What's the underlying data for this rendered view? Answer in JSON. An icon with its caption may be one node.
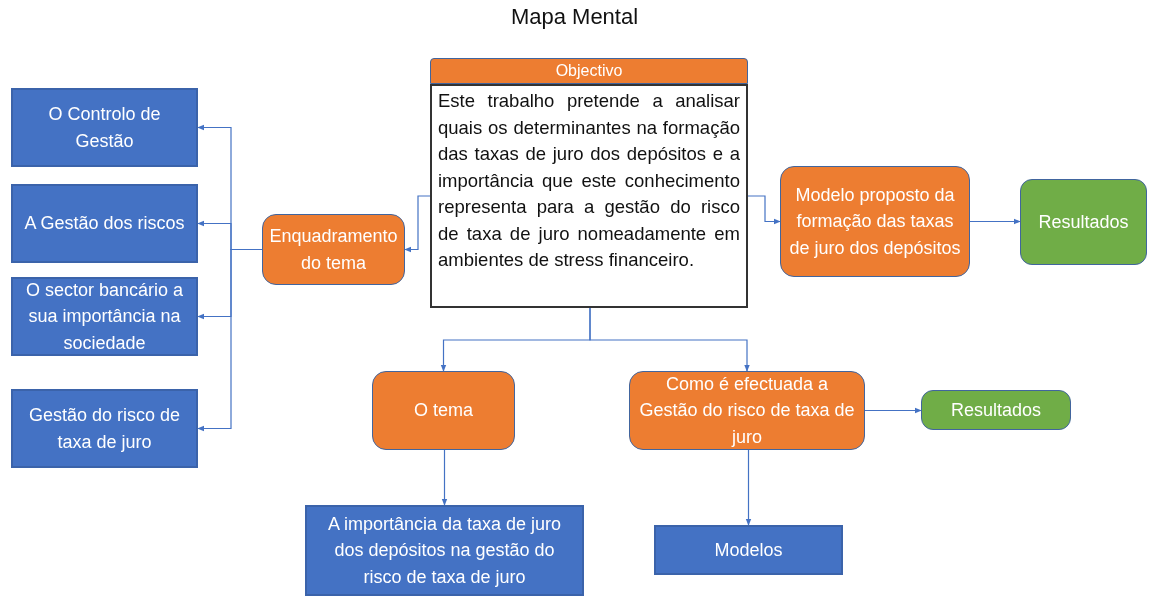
{
  "diagram": {
    "title": "Mapa Mental",
    "nodes": [
      {
        "text": [
          "Objectivo",
          "Este trabalho pretende a analisar quais os determinantes na formação das taxas de juro dos depósitos e a importância que este conhecimento representa para a gestão do risco de taxa de juro nomeadamente em ambientes de stress financeiro."
        ]
      },
      {
        "text": [
          "Enquadramento do tema"
        ]
      },
      {
        "text": [
          "O Controlo de Gestão"
        ]
      },
      {
        "text": [
          "A Gestão dos riscos"
        ]
      },
      {
        "text": [
          "O sector bancário a sua importância na sociedade"
        ]
      },
      {
        "text": [
          "Gestão do risco de taxa de juro"
        ]
      },
      {
        "text": [
          "Modelo proposto da formação das taxas de juro dos depósitos"
        ]
      },
      {
        "text": [
          "Resultados"
        ]
      },
      {
        "text": [
          "O tema"
        ]
      },
      {
        "text": [
          "Como é efectuada a Gestão do risco de taxa de juro"
        ]
      },
      {
        "text": [
          "Resultados"
        ]
      },
      {
        "text": [
          "A importância da taxa de juro dos depósitos na gestão do risco de taxa de juro"
        ]
      },
      {
        "text": [
          "Modelos"
        ]
      }
    ],
    "edges": [
      {
        "from": 0,
        "to": 1,
        "arrow": "to"
      },
      {
        "from": 1,
        "to": 2,
        "arrow": "to"
      },
      {
        "from": 1,
        "to": 3,
        "arrow": "to"
      },
      {
        "from": 1,
        "to": 4,
        "arrow": "to"
      },
      {
        "from": 1,
        "to": 5,
        "arrow": "to"
      },
      {
        "from": 0,
        "to": 6,
        "arrow": "to"
      },
      {
        "from": 6,
        "to": 7,
        "arrow": "to"
      },
      {
        "from": 0,
        "to": 8,
        "arrow": "to"
      },
      {
        "from": 0,
        "to": 9,
        "arrow": "to"
      },
      {
        "from": 9,
        "to": 10,
        "arrow": "to"
      },
      {
        "from": 8,
        "to": 11,
        "arrow": "to"
      },
      {
        "from": 9,
        "to": 12,
        "arrow": "to"
      }
    ]
  }
}
